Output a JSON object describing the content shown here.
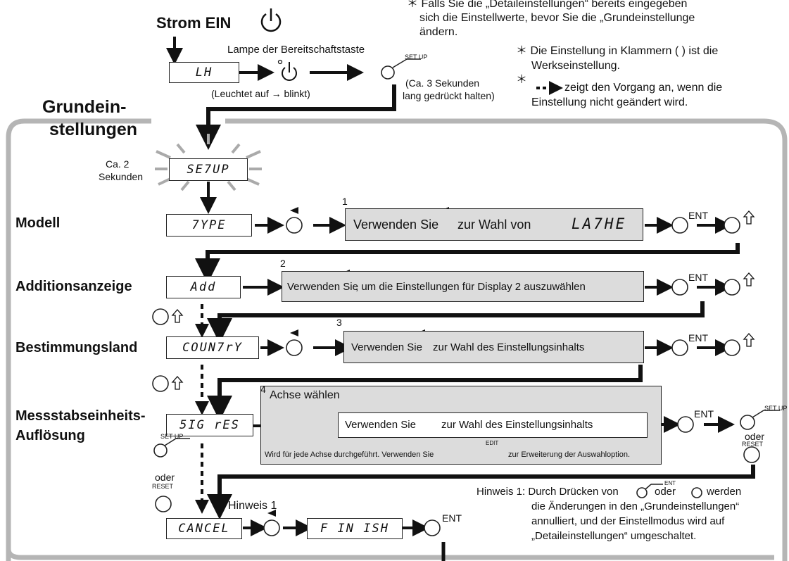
{
  "power": {
    "label": "Strom EIN"
  },
  "top_note": {
    "lines": [
      "＊ Falls Sie die „Detaileinstellungen“ bereits eingegeben",
      "sich die Einstellwerte, bevor Sie die „Grundeinstellunge",
      "ändern."
    ]
  },
  "legend": {
    "note1_a": "＊ Die Einstellung in Klammern (  ) ist die",
    "note1_b": "Werkseinstellung.",
    "note2_a": "zeigt den Vorgang an, wenn die",
    "note2_b": "Einstellung nicht geändert wird."
  },
  "start": {
    "display": "LH",
    "lamp_label": "Lampe der Bereitschaftstaste",
    "lamp_state": "(Leuchtet auf → blinkt)",
    "setup_key": "SET UP",
    "hold_a": "(Ca. 3 Sekunden",
    "hold_b": "lang gedrückt halten)"
  },
  "section_title_a": "Grundein-",
  "section_title_b": "stellungen",
  "setup_step": {
    "display": "SE7UP",
    "time_a": "Ca. 2",
    "time_b": "Sekunden"
  },
  "rows": [
    {
      "label": "Modell",
      "display": "7YPE",
      "num": "1",
      "instruction_pre": "Verwenden Sie",
      "instruction_post": "zur Wahl von",
      "value": "LA7HE"
    },
    {
      "label": "Additionsanzeige",
      "display": "Add",
      "num": "2",
      "instruction_pre": "Verwenden Sie",
      "instruction_post": ", um die Einstellungen für Display 2 auszuwählen"
    },
    {
      "label": "Bestimmungsland",
      "display": "COUN7rY",
      "num": "3",
      "instruction_pre": "Verwenden Sie",
      "instruction_post": "zur Wahl des Einstellungsinhalts"
    },
    {
      "label_a": "Messstabseinheits-",
      "label_b": "Auflösung",
      "display": "5IG rES",
      "num": "4",
      "axis_label": "Achse wählen",
      "instruction_pre": "Verwenden Sie",
      "instruction_post": "zur Wahl des Einstellungsinhalts",
      "foot_pre": "Wird für jede Achse durchgeführt. Verwenden Sie",
      "foot_post": "zur Erweiterung der Auswahloption."
    }
  ],
  "keys": {
    "ent": "ENT",
    "setup": "SET UP",
    "reset": "RESET",
    "edit": "EDIT",
    "or": "oder"
  },
  "final": {
    "cancel": "CANCEL",
    "finish": "F IN ISH",
    "hint": "Hinweis 1"
  },
  "hint_note": {
    "a_pre": "Hinweis 1: Durch Drücken von",
    "a_mid": "oder",
    "a_post": "werden",
    "b": "die Änderungen in den „Grundeinstellungen“",
    "c": "annulliert, und der Einstellmodus wird auf",
    "d": "„Detaileinstellungen“ umgeschaltet."
  },
  "colors": {
    "panel": "#dcdcdc",
    "frame": "#b5b5b5",
    "ink": "#111111"
  }
}
